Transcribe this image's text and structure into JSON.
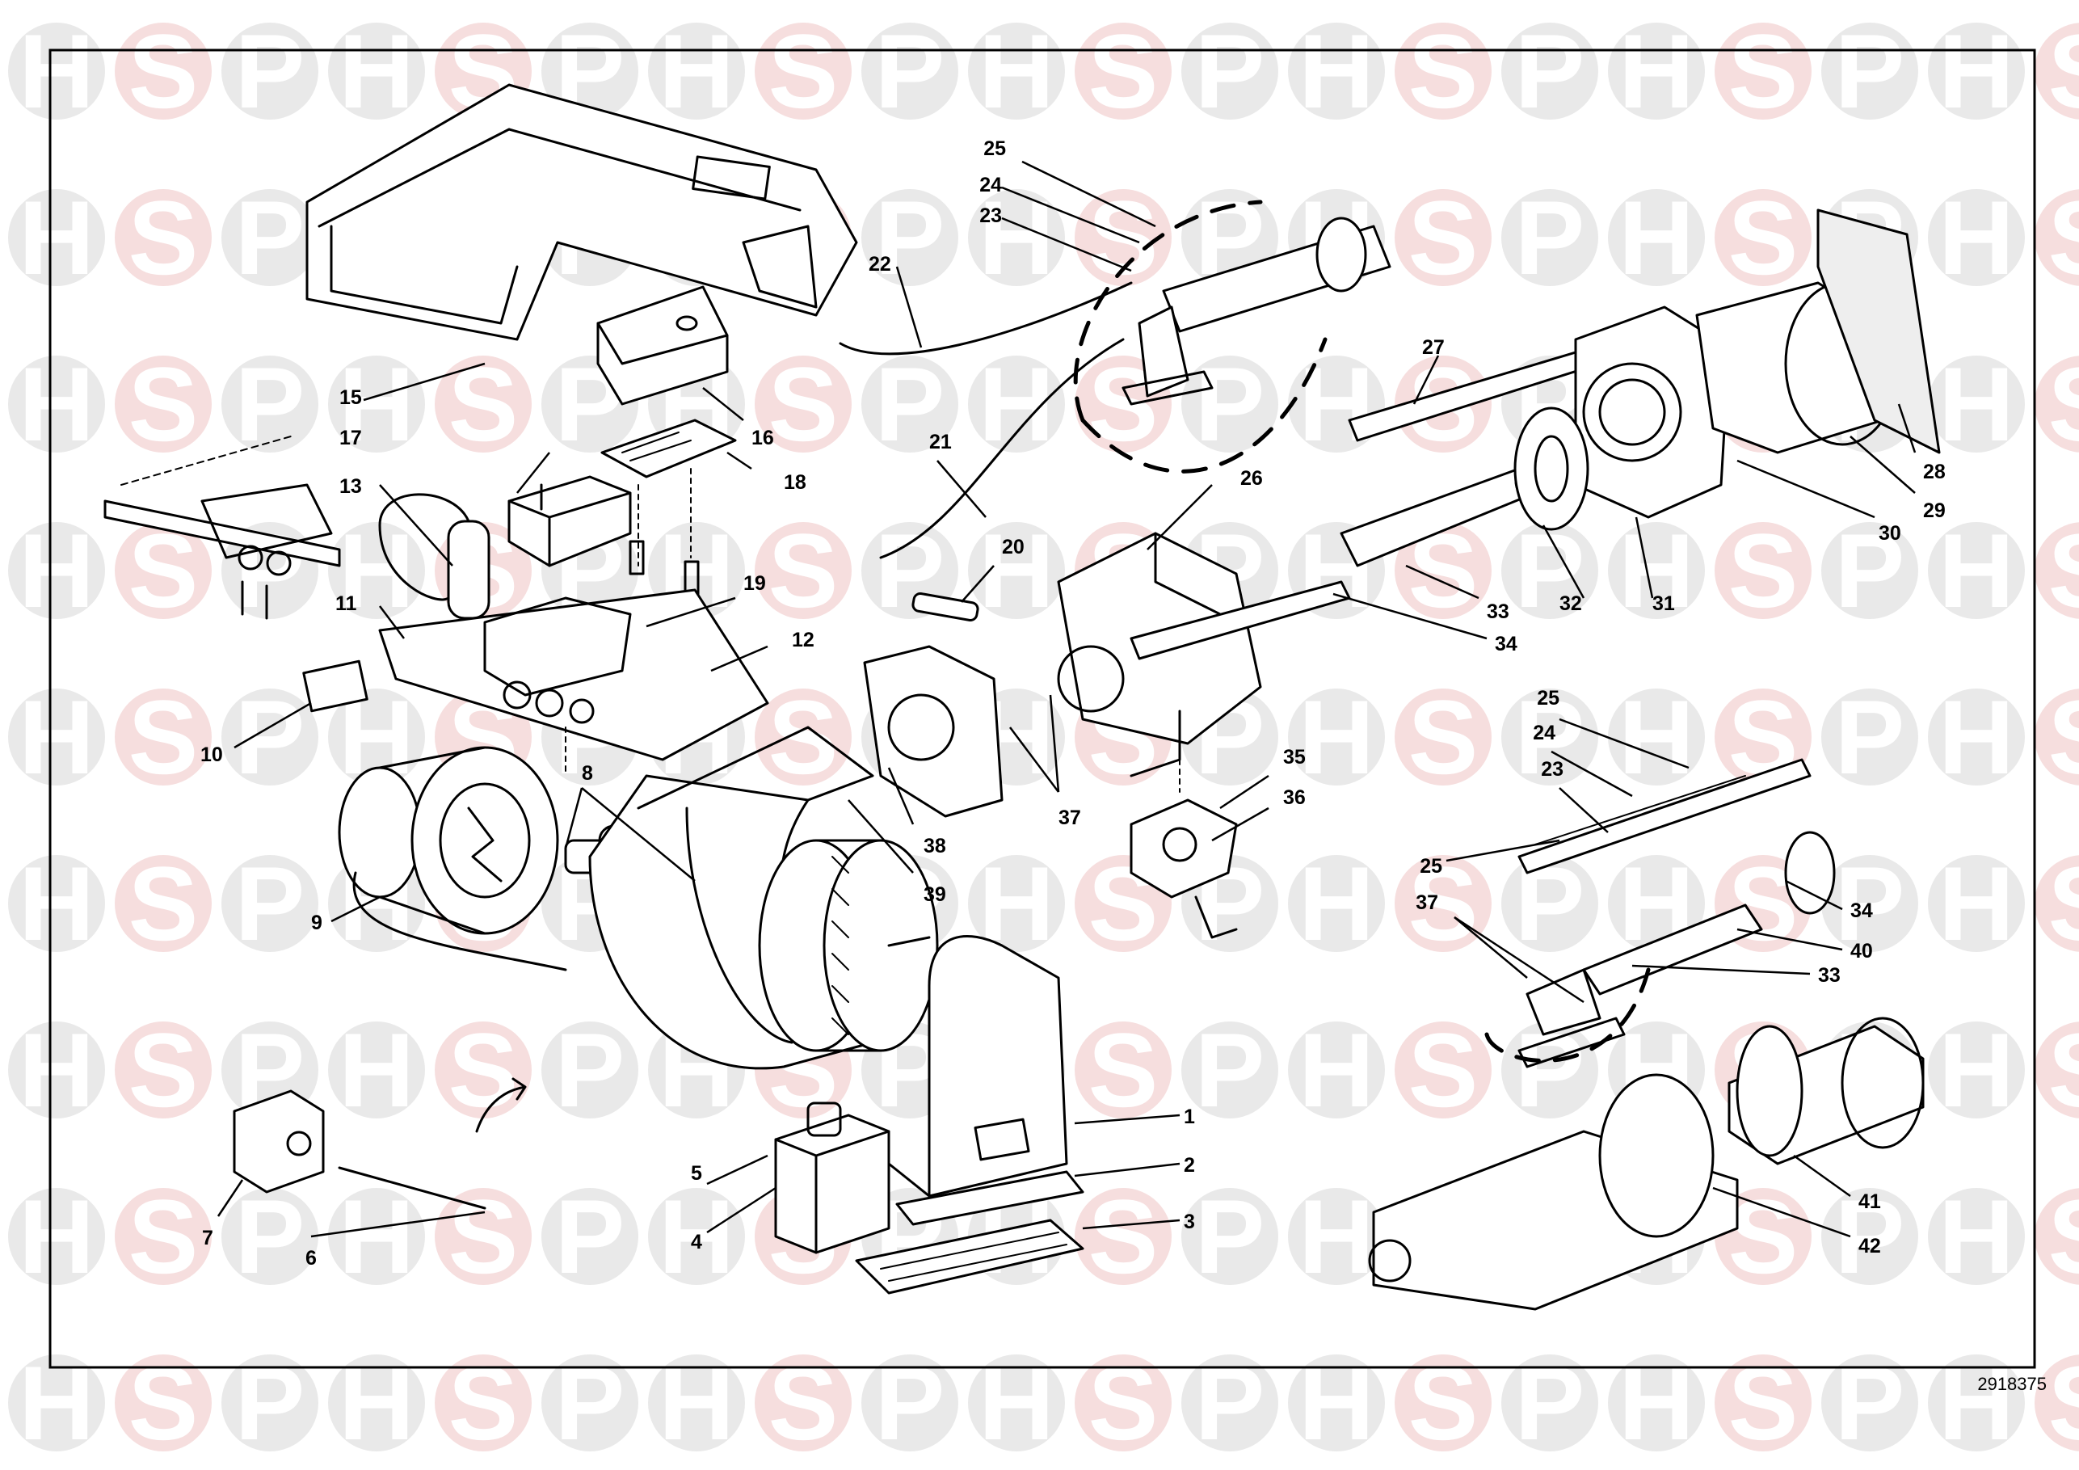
{
  "watermark": {
    "letters": [
      "H",
      "S",
      "P"
    ],
    "circle_color": "#e9e9e9",
    "circle_color_alt": "#f6dede",
    "letter_color": "#ffffff"
  },
  "diagram": {
    "reference_code": "2918375",
    "part_numbers": [
      "1",
      "2",
      "3",
      "4",
      "5",
      "6",
      "7",
      "8",
      "9",
      "10",
      "11",
      "12",
      "13",
      "15",
      "16",
      "17",
      "18",
      "19",
      "20",
      "21",
      "22",
      "23",
      "24",
      "25",
      "26",
      "27",
      "28",
      "29",
      "30",
      "31",
      "32",
      "33",
      "34",
      "35",
      "36",
      "37",
      "38",
      "39",
      "40",
      "41",
      "42"
    ]
  },
  "labels": [
    {
      "id": "p25a",
      "text": "25"
    },
    {
      "id": "p24a",
      "text": "24"
    },
    {
      "id": "p23a",
      "text": "23"
    },
    {
      "id": "p22",
      "text": "22"
    },
    {
      "id": "p15",
      "text": "15"
    },
    {
      "id": "p16",
      "text": "16"
    },
    {
      "id": "p17",
      "text": "17"
    },
    {
      "id": "p18",
      "text": "18"
    },
    {
      "id": "p13",
      "text": "13"
    },
    {
      "id": "p11",
      "text": "11"
    },
    {
      "id": "p19",
      "text": "19"
    },
    {
      "id": "p12",
      "text": "12"
    },
    {
      "id": "p10",
      "text": "10"
    },
    {
      "id": "p21",
      "text": "21"
    },
    {
      "id": "p20",
      "text": "20"
    },
    {
      "id": "p26",
      "text": "26"
    },
    {
      "id": "p27",
      "text": "27"
    },
    {
      "id": "p28",
      "text": "28"
    },
    {
      "id": "p29",
      "text": "29"
    },
    {
      "id": "p30",
      "text": "30"
    },
    {
      "id": "p31",
      "text": "31"
    },
    {
      "id": "p32",
      "text": "32"
    },
    {
      "id": "p33a",
      "text": "33"
    },
    {
      "id": "p34a",
      "text": "34"
    },
    {
      "id": "p35",
      "text": "35"
    },
    {
      "id": "p36",
      "text": "36"
    },
    {
      "id": "p37a",
      "text": "37"
    },
    {
      "id": "p38",
      "text": "38"
    },
    {
      "id": "p39",
      "text": "39"
    },
    {
      "id": "p8",
      "text": "8"
    },
    {
      "id": "p9",
      "text": "9"
    },
    {
      "id": "p25b",
      "text": "25"
    },
    {
      "id": "p24b",
      "text": "24"
    },
    {
      "id": "p23b",
      "text": "23"
    },
    {
      "id": "p25c",
      "text": "25"
    },
    {
      "id": "p37b",
      "text": "37"
    },
    {
      "id": "p34b",
      "text": "34"
    },
    {
      "id": "p40",
      "text": "40"
    },
    {
      "id": "p33b",
      "text": "33"
    },
    {
      "id": "p1",
      "text": "1"
    },
    {
      "id": "p2",
      "text": "2"
    },
    {
      "id": "p3",
      "text": "3"
    },
    {
      "id": "p4",
      "text": "4"
    },
    {
      "id": "p5",
      "text": "5"
    },
    {
      "id": "p6",
      "text": "6"
    },
    {
      "id": "p7",
      "text": "7"
    },
    {
      "id": "p41",
      "text": "41"
    },
    {
      "id": "p42",
      "text": "42"
    }
  ]
}
